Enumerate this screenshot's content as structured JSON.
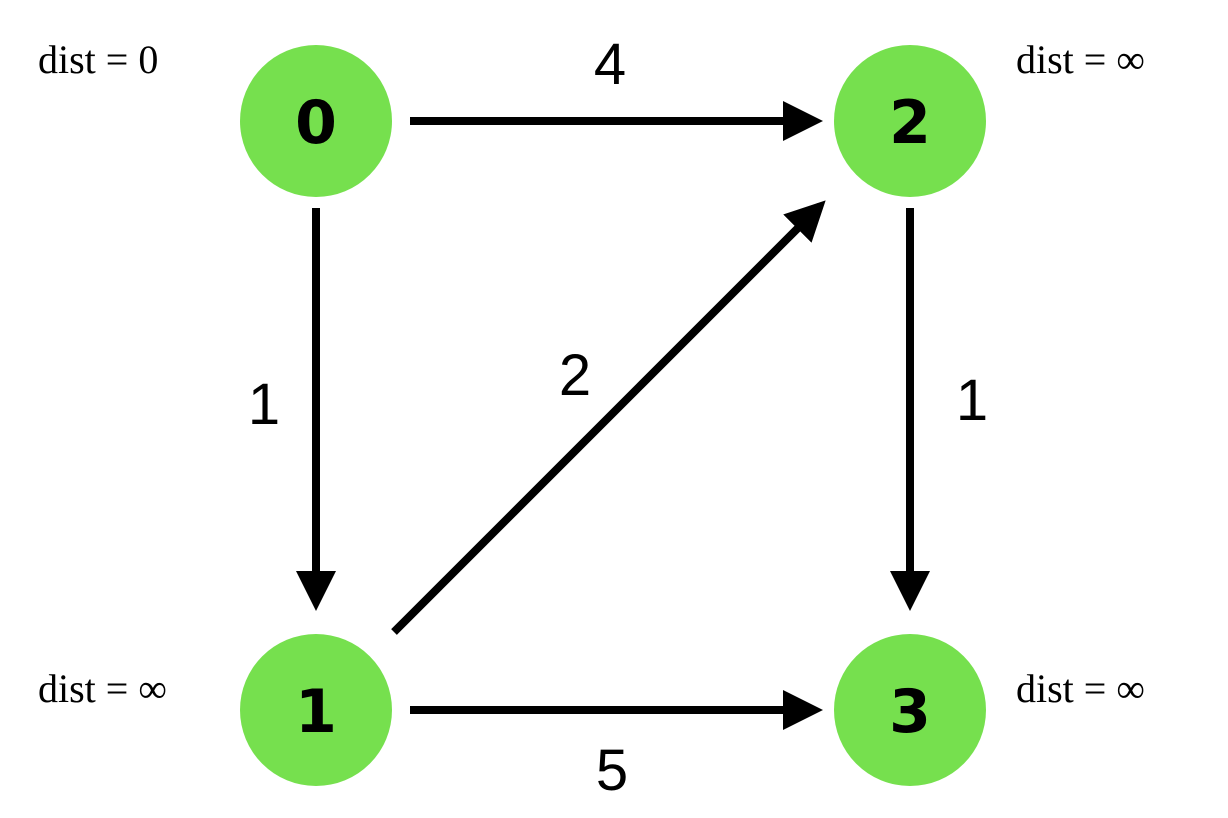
{
  "colors": {
    "node_fill": "#76E04E",
    "node_text": "#000000",
    "edge": "#000000",
    "text": "#000000"
  },
  "nodes": [
    {
      "id": "0",
      "label": "0",
      "dist": "dist = 0"
    },
    {
      "id": "1",
      "label": "1",
      "dist": "dist = ∞"
    },
    {
      "id": "2",
      "label": "2",
      "dist": "dist = ∞"
    },
    {
      "id": "3",
      "label": "3",
      "dist": "dist = ∞"
    }
  ],
  "edges": [
    {
      "from": "0",
      "to": "2",
      "weight": "4"
    },
    {
      "from": "0",
      "to": "1",
      "weight": "1"
    },
    {
      "from": "1",
      "to": "2",
      "weight": "2"
    },
    {
      "from": "2",
      "to": "3",
      "weight": "1"
    },
    {
      "from": "1",
      "to": "3",
      "weight": "5"
    }
  ]
}
